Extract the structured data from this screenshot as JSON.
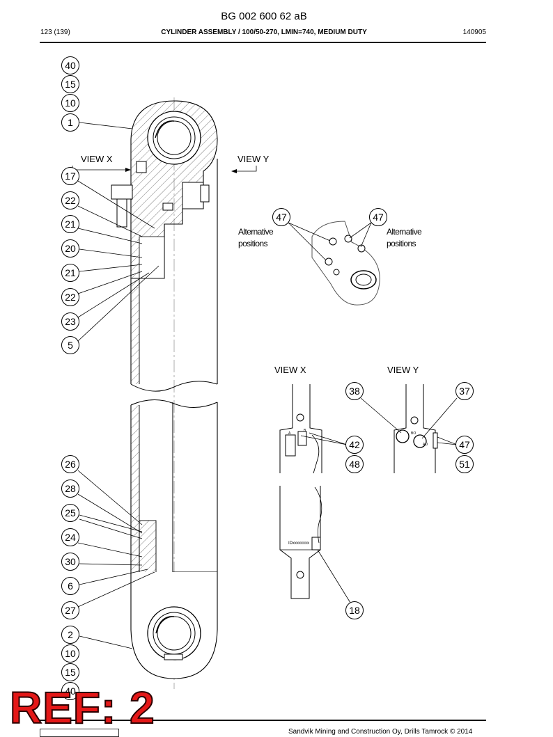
{
  "header": {
    "doc_number": "BG 002 600 62 aB",
    "page_ref": "123 (139)",
    "title": "CYLINDER ASSEMBLY / 100/50-270, LMIN=740, MEDIUM DUTY",
    "date_code": "140905"
  },
  "views": {
    "view_x": "VIEW X",
    "view_y": "VIEW Y",
    "view_x_detail": "VIEW X",
    "view_y_detail": "VIEW Y",
    "alt_line1": "Alternative",
    "alt_line2": "positions",
    "engraving": "IDxxxxxxxx",
    "port_a": "A",
    "port_b": "B",
    "port_bo": "BO",
    "port_ao": "AO"
  },
  "callouts": {
    "c_40_top": "40",
    "c_15_top": "15",
    "c_10_top": "10",
    "c_1": "1",
    "c_17": "17",
    "c_22_a": "22",
    "c_21_a": "21",
    "c_20": "20",
    "c_21_b": "21",
    "c_22_b": "22",
    "c_23": "23",
    "c_5": "5",
    "c_26": "26",
    "c_28": "28",
    "c_25": "25",
    "c_24": "24",
    "c_30": "30",
    "c_6": "6",
    "c_27": "27",
    "c_2": "2",
    "c_10_bottom": "10",
    "c_15_bottom": "15",
    "c_40_bottom": "40",
    "c_47_left": "47",
    "c_47_right": "47",
    "c_38": "38",
    "c_37": "37",
    "c_42": "42",
    "c_48": "48",
    "c_47_side": "47",
    "c_51": "51",
    "c_18": "18"
  },
  "stamp": "REF: 2",
  "footer": {
    "copyright": "Sandvik Mining and Construction Oy, Drills Tamrock © 2014"
  }
}
